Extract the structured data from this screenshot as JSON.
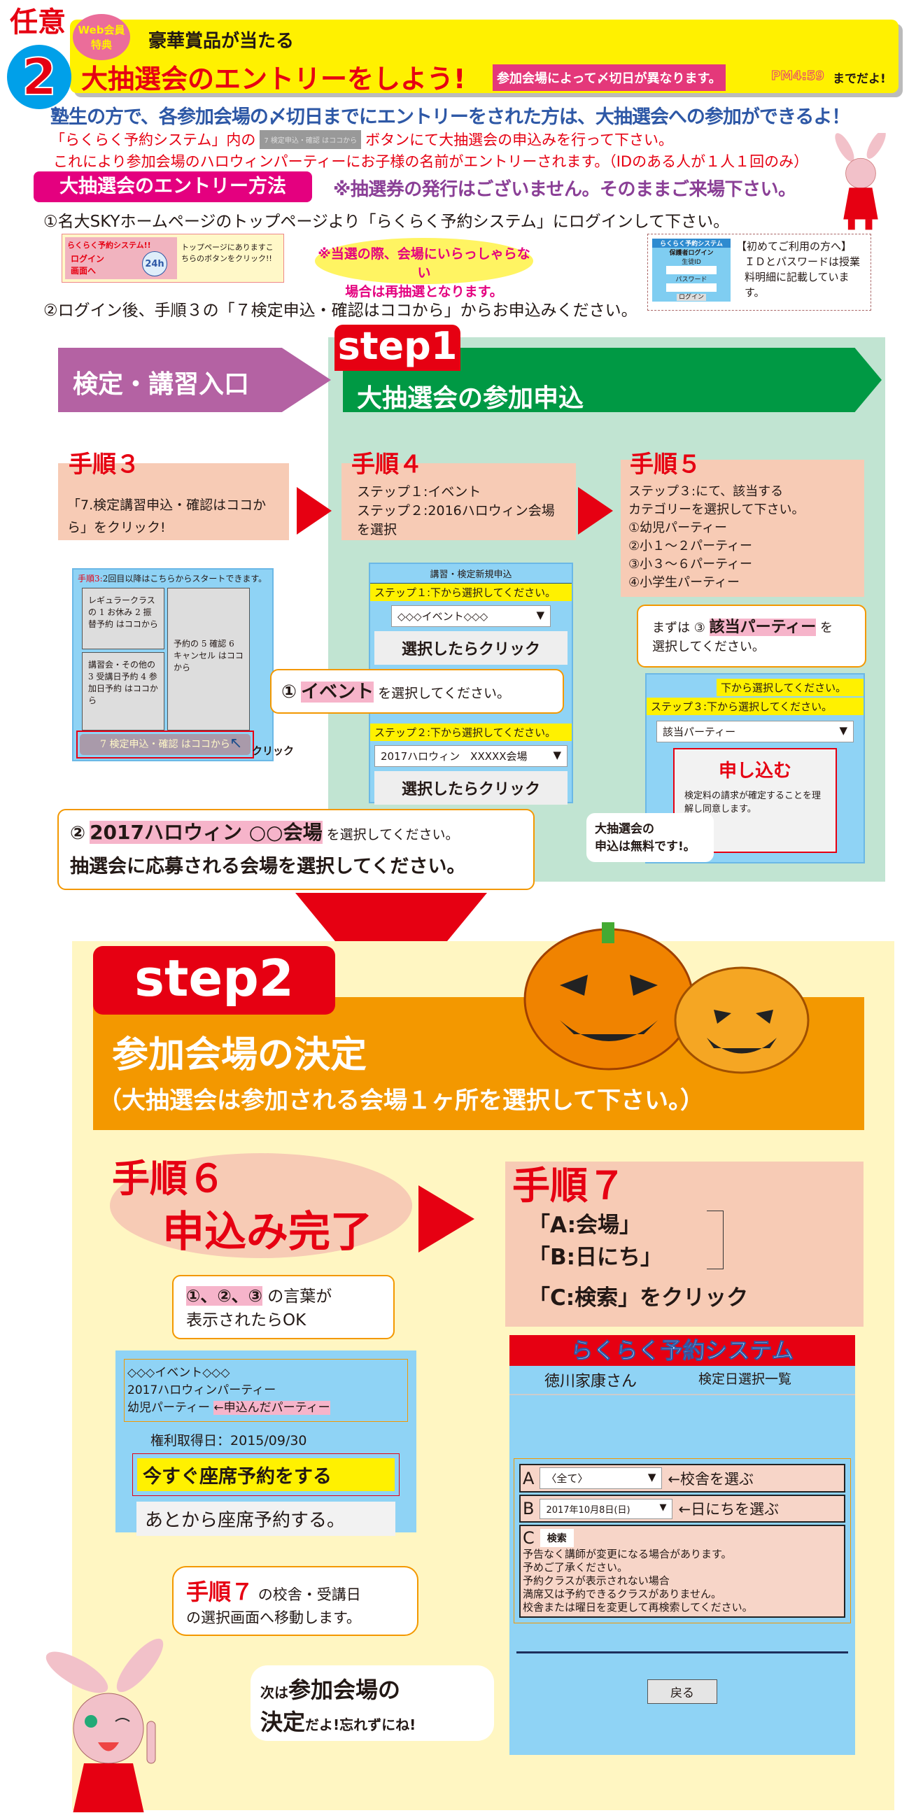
{
  "header": {
    "optional": "任意",
    "number": "2",
    "badge_line1": "Web会員",
    "badge_line2": "特典",
    "subtitle": "豪華賞品が当たる",
    "title": "大抽選会のエントリーをしよう!",
    "deadline_note": "参加会場によって〆切日が異なります。",
    "deadline_time": "PM4:59",
    "deadline_suffix": "までだよ!"
  },
  "intro": {
    "line1": "塾生の方で、各参加会場の〆切日までにエントリーをされた方は、大抽選会への参加ができるよ！",
    "line2_pre": "「らくらく予約システム」内の",
    "inline_button": "7 検定申込・確認 はココから",
    "line2_post": "ボタンにて大抽選会の申込みを行って下さい。",
    "line3": "これにより参加会場のハロウィンパーティーにお子様の名前がエントリーされます。（IDのある人が１人１回のみ）"
  },
  "method": {
    "label": "大抽選会のエントリー方法",
    "note": "※抽選券の発行はございません。そのままご来場下さい。",
    "step1": "①名大SKYホームページのトップページより「らくらく予約システム」にログインして下さい。",
    "step2": "②ログイン後、手順３の「７検定申込・確認はココから」からお申込みください。"
  },
  "login_banner": {
    "title": "らくらく予約システム!!",
    "login": "ログイン画面へ",
    "badge": "24h",
    "desc": "トップページにありますこちらのボタンをクリック!!"
  },
  "lottery_note": {
    "line1": "※当選の際、会場にいらっしゃらない",
    "line2": "場合は再抽選となります。"
  },
  "first_time": {
    "sys_title": "らくらく予約システム",
    "sys_login": "保護者ログイン",
    "id_label": "生徒ID",
    "pw_label": "パスワード",
    "login_btn": "ログイン",
    "heading": "【初めてご利用の方へ】",
    "body": "ＩＤとパスワードは授業料明細に記載しています。"
  },
  "flow": {
    "entry_label": "検定・講習入口",
    "step1_tab": "step1",
    "step1_label": "大抽選会の参加申込"
  },
  "procedures": {
    "p3": {
      "title": "手順３",
      "body": "「7.検定講習申込・確認はココから」をクリック!"
    },
    "p4": {
      "title": "手順４",
      "lines": [
        "ステップ１:イベント",
        "ステップ２:2016ハロウィン会場",
        "を選択"
      ]
    },
    "p5": {
      "title": "手順５",
      "lines": [
        "ステップ３:にて、該当する",
        "カテゴリーを選択して下さい。",
        "①幼児パーティー",
        "②小１～２パーティー",
        "③小３～６パーティー",
        "④小学生パーティー"
      ]
    }
  },
  "kentei_screen": {
    "header_red": "手順3:",
    "header": "2回目以降はこちらからスタートできます。",
    "box1": "レギュラークラスの 1 お休み 2 振替予約 はココから",
    "box2": "予約の 5 確認 6 キャンセル はココから",
    "box3": "講習会・その他の 3 受講日予約 4 参加日予約 はココから",
    "button": "7 検定申込・確認 はココから",
    "click": "クリック"
  },
  "form_screen": {
    "title": "講習・検定新規申込",
    "step1": "ステップ１:下から選択してください。",
    "select1": "◇◇◇イベント◇◇◇",
    "btn": "選択したらクリック",
    "step2": "ステップ２:下から選択してください。",
    "select2": "2017ハロウィン　XXXXX会場"
  },
  "callout1": {
    "num": "①",
    "hl": "イベント",
    "text": "を選択してください。"
  },
  "callout2": {
    "num": "②",
    "hl": "2017ハロウィン ○○会場",
    "text": "を選択してください。",
    "line2": "抽選会に応募される会場を選択してください。"
  },
  "callout3": {
    "pre": "まずは ③",
    "hl": "該当パーティー",
    "post": "を",
    "line2": "選択してください。"
  },
  "step5_screen": {
    "bar": "下から選択してください。",
    "step3": "ステップ３:下から選択してください。",
    "select": "該当パーティー",
    "apply": "申し込む",
    "apply_note": "検定料の請求が確定することを理解し同意します。"
  },
  "free_note": {
    "line1": "大抽選会の",
    "line2": "申込は無料です!。"
  },
  "step2": {
    "tab": "step2",
    "title": "参加会場の決定",
    "subtitle": "（大抽選会は参加される会場１ヶ所を選択して下さい。）"
  },
  "p6": {
    "title": "手順６",
    "body": "申込み完了",
    "bubble_hl": "①、②、③",
    "bubble_text": "の言葉が",
    "bubble_line2": "表示されたらOK"
  },
  "complete_screen": {
    "line1": "◇◇◇イベント◇◇◇",
    "line2": "2017ハロウィンパーティー",
    "line3": "幼児パーティー",
    "line3_note": "←申込んだパーティー",
    "date_label": "権利取得日：",
    "date": "2015/09/30",
    "reserve_now": "今すぐ座席予約をする",
    "reserve_later": "あとから座席予約する。"
  },
  "bubble_p7": {
    "red": "手順７",
    "text": "の校舎・受講日",
    "line2": "の選択画面へ移動します。"
  },
  "bubble_bunny": {
    "pre": "次は",
    "big1": "参加会場の",
    "big2": "決定",
    "post": "だよ!忘れずにね!"
  },
  "p7": {
    "title": "手順７",
    "a": "「A:会場」",
    "b": "「B:日にち」",
    "c": "「C:検索」をクリック"
  },
  "rakuraku": {
    "title": "らくらく予約システム",
    "user": "徳川家康さん",
    "page": "検定日選択一覧",
    "a_label": "A",
    "a_value": "〈全て〉",
    "a_note": "←校舎を選ぶ",
    "b_label": "B",
    "b_value": "2017年10月8日(日)",
    "b_note": "←日にちを選ぶ",
    "c_label": "C",
    "c_button": "検索",
    "notice": [
      "予告なく講師が変更になる場合があります。",
      "予めご了承ください。",
      "予約クラスが表示されない場合",
      "満席又は予約できるクラスがありません。",
      "校舎または曜日を変更して再検索してください。"
    ],
    "back": "戻る"
  }
}
